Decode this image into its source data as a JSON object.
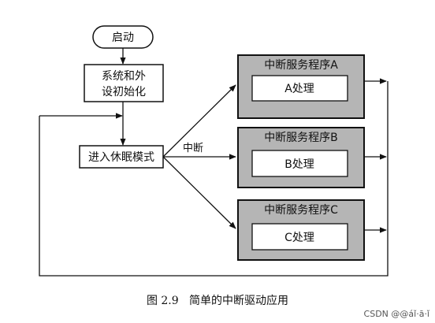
{
  "diagram": {
    "start": {
      "label": "启动"
    },
    "init": {
      "line1": "系统和外",
      "line2": "设初始化"
    },
    "sleep": {
      "label": "进入休眠模式"
    },
    "interrupt_label": "中断",
    "isr_a": {
      "title": "中断服务程序A",
      "body": "A处理"
    },
    "isr_b": {
      "title": "中断服务程序B",
      "body": "B处理"
    },
    "isr_c": {
      "title": "中断服务程序C",
      "body": "C处理"
    }
  },
  "caption": "图 2.9   简单的中断驱动应用",
  "watermark": "CSDN @@áǐ·ā·ǐ",
  "colors": {
    "isr_fill": "#b5b5b5",
    "box_stroke": "#111111",
    "box_fill": "#ffffff"
  }
}
